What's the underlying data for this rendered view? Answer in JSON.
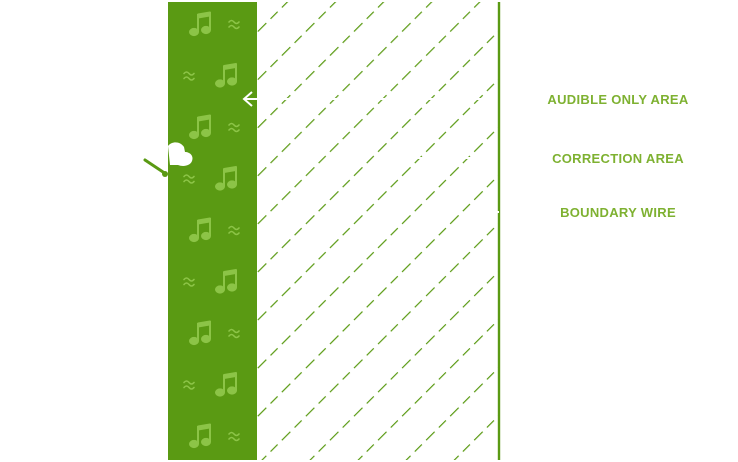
{
  "labels": {
    "audible_only_area": "AUDIBLE ONLY AREA",
    "correction_area": "CORRECTION AREA",
    "boundary_wire": "BOUNDARY WIRE"
  },
  "colors": {
    "audible_zone_fill": "#5a9a13",
    "correction_stripe": "#5a9a13",
    "boundary_wire": "#5a9a13",
    "label_text": "#7eb131",
    "music_note": "#8cc447",
    "pointer_line": "#ffffff"
  },
  "icons": {
    "music_note": "music-note-icon",
    "wave": "sound-wave-icon",
    "dog": "dog-icon",
    "arrow": "arrow-left-icon"
  }
}
